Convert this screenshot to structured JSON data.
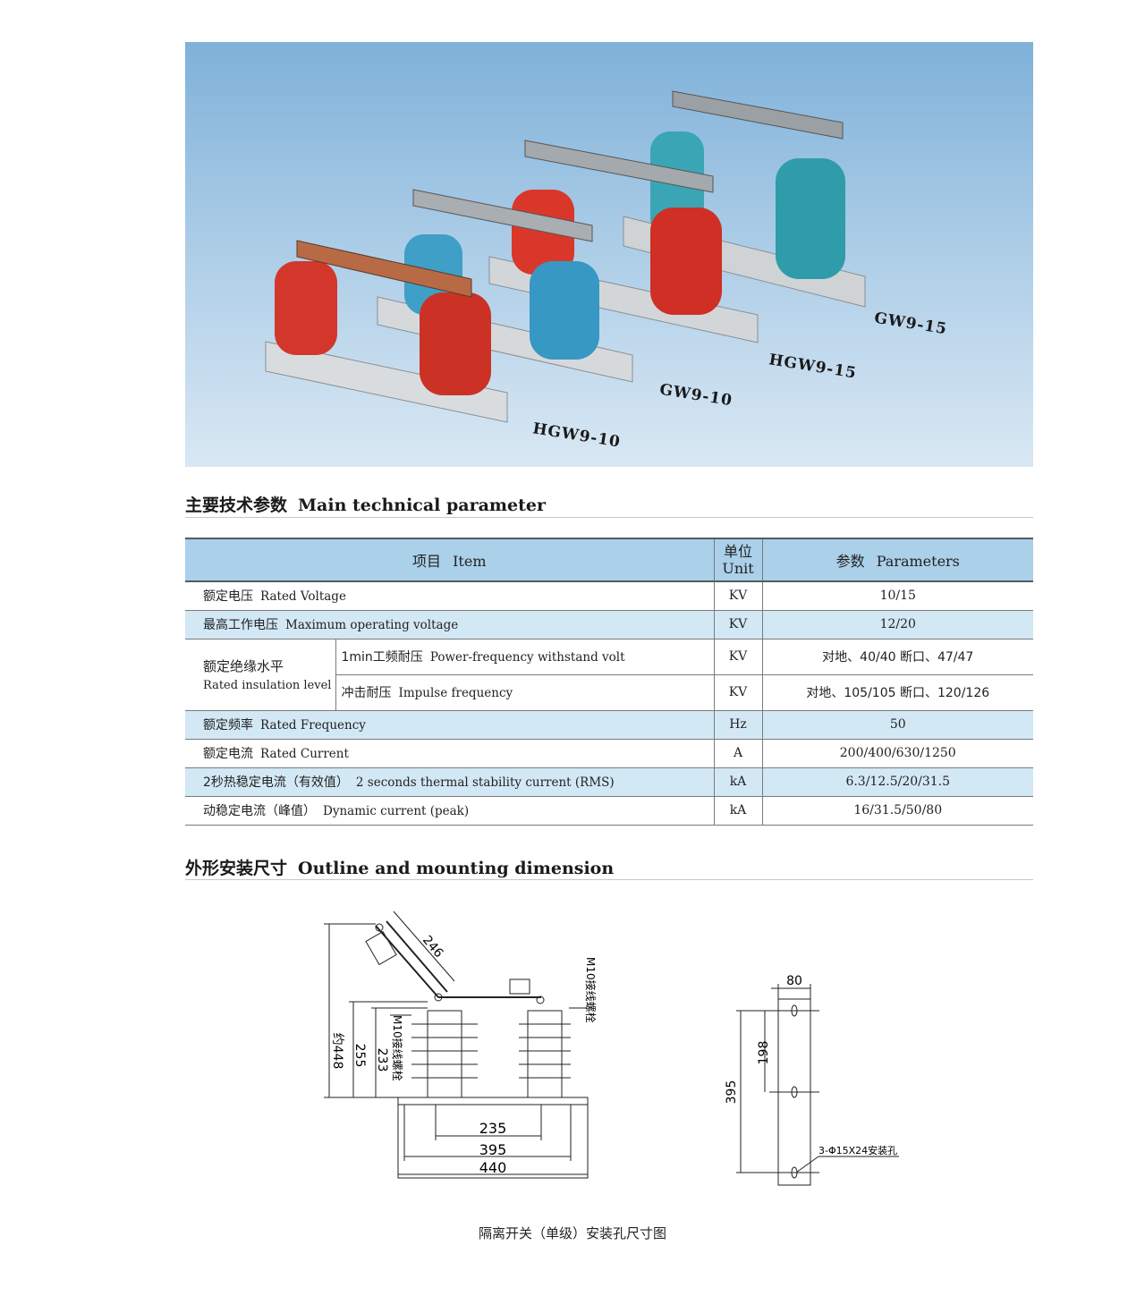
{
  "photo": {
    "models": [
      "GW9-15",
      "HGW9-15",
      "GW9-10",
      "HGW9-10"
    ]
  },
  "section1": {
    "title_cn": "主要技术参数",
    "title_en": "Main technical parameter"
  },
  "table": {
    "header": {
      "item_cn": "项目",
      "item_en": "Item",
      "unit_cn": "单位",
      "unit_en": "Unit",
      "param_cn": "参数",
      "param_en": "Parameters"
    },
    "rows": [
      {
        "cn": "额定电压",
        "en": "Rated Voltage",
        "unit": "KV",
        "value": "10/15"
      },
      {
        "cn": "最高工作电压",
        "en": "Maximum operating voltage",
        "unit": "KV",
        "value": "12/20"
      },
      {
        "cn": "额定绝缘水平",
        "en": "Rated insulation level",
        "sub": [
          {
            "cn": "1min工频耐压",
            "en": "Power-frequency withstand volt",
            "unit": "KV",
            "value": "对地、40/40  断口、47/47"
          },
          {
            "cn": "冲击耐压",
            "en": "Impulse frequency",
            "unit": "KV",
            "value": "对地、105/105  断口、120/126"
          }
        ]
      },
      {
        "cn": "额定频率",
        "en": "Rated Frequency",
        "unit": "Hz",
        "value": "50"
      },
      {
        "cn": "额定电流",
        "en": "Rated Current",
        "unit": "A",
        "value": "200/400/630/1250"
      },
      {
        "cn": "2秒热稳定电流（有效值）",
        "en": "2 seconds thermal stability current (RMS)",
        "unit": "kA",
        "value": "6.3/12.5/20/31.5"
      },
      {
        "cn": "动稳定电流（峰值）",
        "en": "Dynamic current (peak)",
        "unit": "kA",
        "value": "16/31.5/50/80"
      }
    ]
  },
  "section2": {
    "title_cn": "外形安装尺寸",
    "title_en": "Outline and mounting dimension"
  },
  "drawing": {
    "dims": {
      "d246": "246",
      "d448": "约448",
      "d255": "255",
      "d233": "233",
      "d235": "235",
      "d395": "395",
      "d440": "440",
      "side80": "80",
      "side198": "198",
      "side395": "395"
    },
    "notes": {
      "bolt_top": "M10接线螺栓",
      "bolt_left": "M10接线螺栓",
      "holes": "3-Φ15X24安装孔"
    }
  },
  "caption": "隔离开关（单级）安装孔尺寸图"
}
